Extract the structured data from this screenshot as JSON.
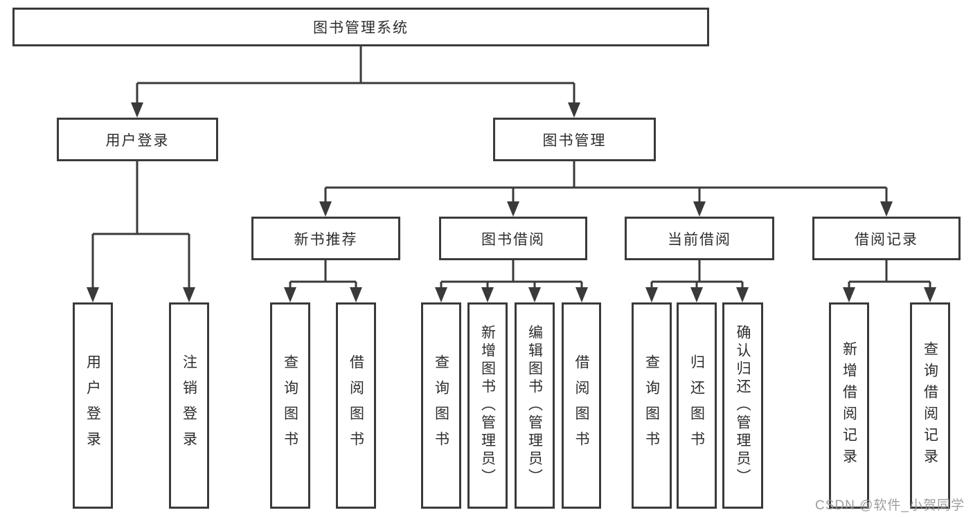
{
  "tree": {
    "label": "图书管理系统",
    "children": [
      {
        "label": "用户登录",
        "children": [
          {
            "label": "用户登录"
          },
          {
            "label": "注销登录"
          }
        ]
      },
      {
        "label": "图书管理",
        "children": [
          {
            "label": "新书推荐",
            "children": [
              {
                "label": "查询图书"
              },
              {
                "label": "借阅图书"
              }
            ]
          },
          {
            "label": "图书借阅",
            "children": [
              {
                "label": "查询图书"
              },
              {
                "label": "新增图书（管理员）"
              },
              {
                "label": "编辑图书（管理员）"
              },
              {
                "label": "借阅图书"
              }
            ]
          },
          {
            "label": "当前借阅",
            "children": [
              {
                "label": "查询图书"
              },
              {
                "label": "归还图书"
              },
              {
                "label": "确认归还（管理员）"
              }
            ]
          },
          {
            "label": "借阅记录",
            "children": [
              {
                "label": "新增借阅记录"
              },
              {
                "label": "查询借阅记录"
              }
            ]
          }
        ]
      }
    ]
  },
  "watermark": {
    "text": "CSDN @软件_小贺同学"
  },
  "colors": {
    "line": "#3a3a3a",
    "text": "#2d2d2d",
    "background": "#ffffff",
    "watermark": "#969696"
  }
}
